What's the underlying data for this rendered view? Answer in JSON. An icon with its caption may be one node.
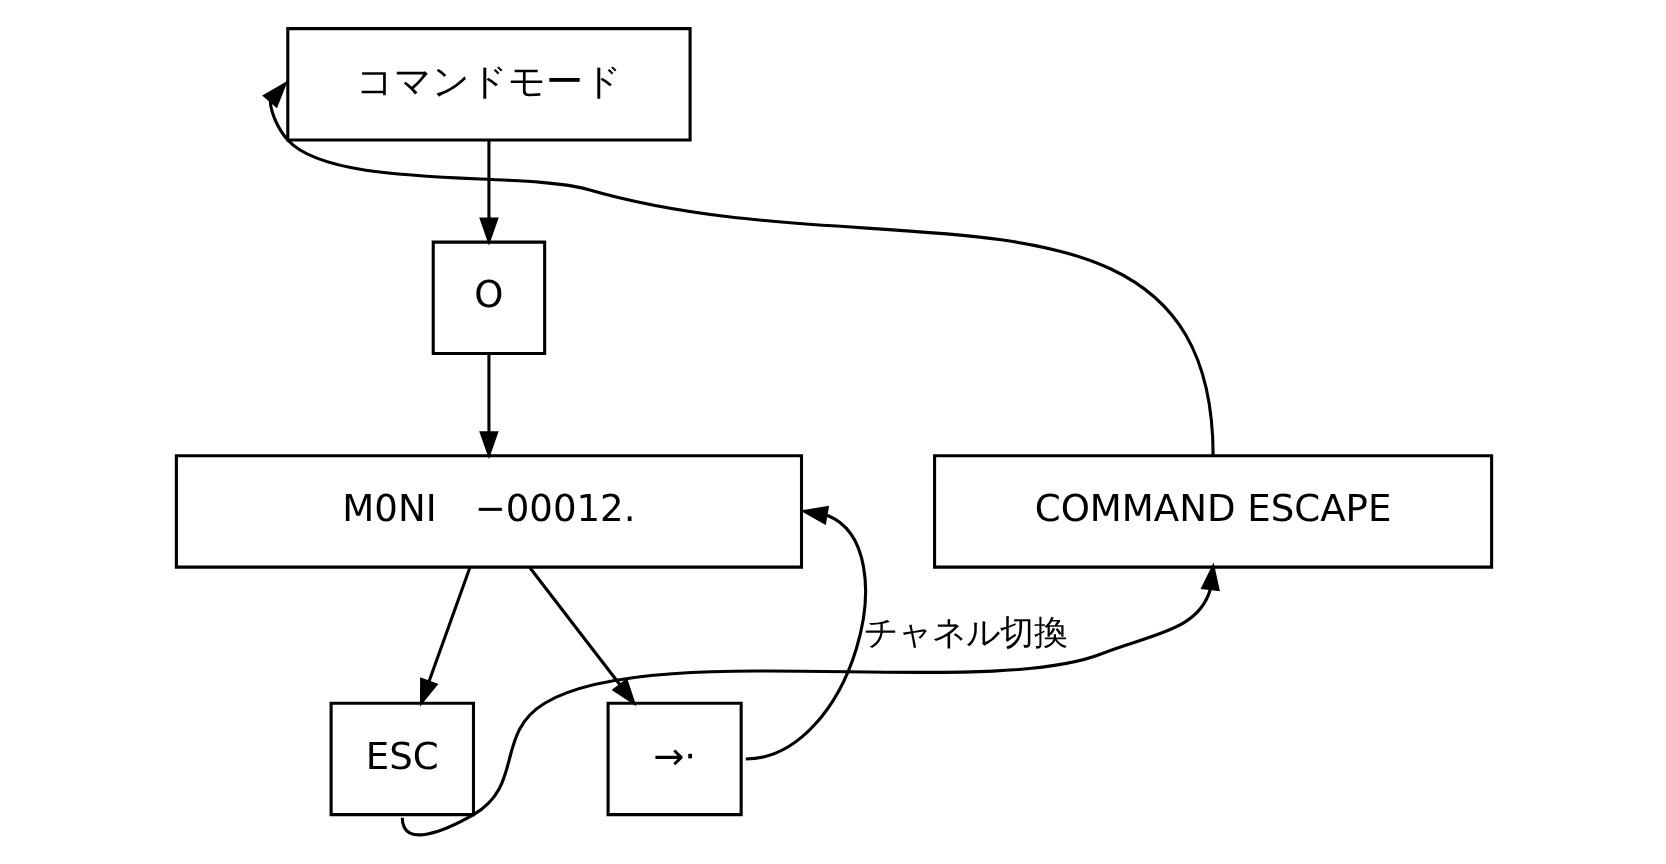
{
  "diagram": {
    "nodes": [
      {
        "text": [
          "コマンドモード"
        ]
      },
      {
        "text": [
          "O"
        ]
      },
      {
        "text": [
          "M0NI　−00012."
        ]
      },
      {
        "text": [
          "ESC"
        ]
      },
      {
        "text": [
          "→·"
        ]
      },
      {
        "text": [
          "COMMAND ESCAPE"
        ]
      }
    ],
    "edges": [
      {
        "from": 0,
        "to": 1,
        "arrow": "to"
      },
      {
        "from": 1,
        "to": 2,
        "arrow": "to"
      },
      {
        "from": 2,
        "to": 3,
        "arrow": "to"
      },
      {
        "from": 2,
        "to": 4,
        "arrow": "to"
      },
      {
        "from": 4,
        "to": 2,
        "arrow": "to",
        "label": "チャネル切換"
      },
      {
        "from": 3,
        "to": 5,
        "arrow": "to"
      },
      {
        "from": 5,
        "to": 0,
        "arrow": "to"
      }
    ]
  }
}
